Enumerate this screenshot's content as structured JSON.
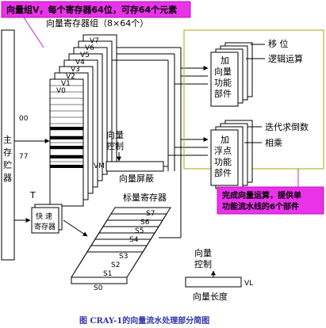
{
  "header_callout": "向量组V，每个寄存器64位，可存64个元素",
  "main_memory_label": [
    "主",
    "存",
    "贮",
    "器"
  ],
  "vector_register_group_title": "向量寄存器组（8×64个）",
  "vector_registers": [
    "V7",
    "V6",
    "V5",
    "V4",
    "V3",
    "V2",
    "V1",
    "V0"
  ],
  "row_labels": [
    "00",
    "77"
  ],
  "vector_control_label": [
    "向量",
    "控制"
  ],
  "vm_label": "VM",
  "vector_mask_label": "向量屏蔽",
  "scalar_register_title": "标量寄存器",
  "scalar_registers": [
    "S7",
    "S6",
    "S5",
    "S4",
    "S3",
    "S2",
    "S1",
    "S0"
  ],
  "t_label": "T",
  "fast_register_label": [
    "快 速",
    "寄存器"
  ],
  "vector_control2_label": [
    "向量",
    "控制"
  ],
  "vl_label": "VL",
  "vector_length_label": "向量长度",
  "add_functional_unit_label": [
    "加",
    "向量",
    "功能",
    "部件"
  ],
  "float_functional_unit_label": [
    "加",
    "浮点",
    "功能",
    "部件"
  ],
  "op_labels": [
    "移    位",
    "逻辑运算",
    "迭代求倒数",
    "相乘"
  ],
  "right_callout": [
    "完成向量运算，提供单",
    "功能流水线的6个部件"
  ],
  "caption": "图    CRAY-1的向量流水处理部分简图",
  "colors": {
    "callout_fill": "#e833e8",
    "callout_border": "#d020d0",
    "olive_frame": "#b8b830",
    "caption": "#3333aa"
  }
}
